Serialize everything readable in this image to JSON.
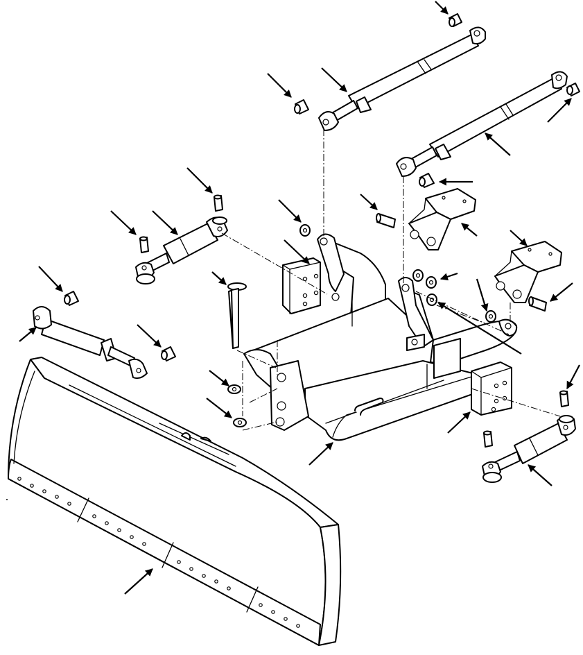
{
  "colors": {
    "ink": "#000000",
    "paper": "#ffffff"
  },
  "diagram": {
    "parts": [
      "blade",
      "c-frame",
      "left-lift-cylinder",
      "right-lift-cylinder",
      "left-tilt-cylinder",
      "left-angle-cylinder",
      "right-angle-cylinder",
      "left-mount-bracket",
      "right-mount-bracket",
      "left-frame-plate",
      "right-frame-plate",
      "pivot-bolt",
      "pins",
      "washers"
    ],
    "callout_count": 30,
    "labels": []
  }
}
